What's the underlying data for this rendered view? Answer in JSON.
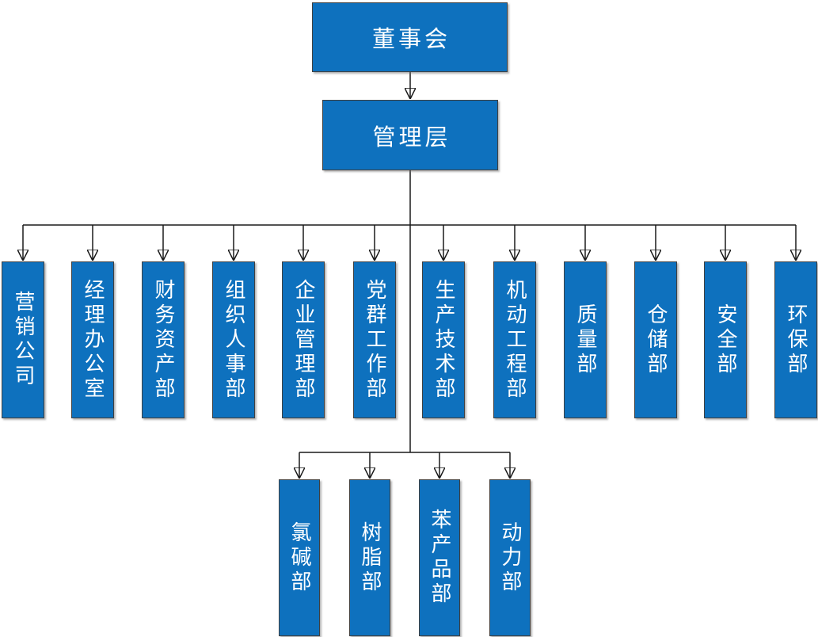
{
  "org_chart": {
    "root": "董事会",
    "management": "管理层",
    "departments": [
      "营销公司",
      "经理办公室",
      "财务资产部",
      "组织人事部",
      "企业管理部",
      "党群工作部",
      "生产技术部",
      "机动工程部",
      "质量部",
      "仓储部",
      "安全部",
      "环保部"
    ],
    "sub_departments": [
      "氯碱部",
      "树脂部",
      "苯产品部",
      "动力部"
    ]
  },
  "colors": {
    "node_fill": "#0e71be",
    "node_border": "#404040",
    "node_text": "#ffffff",
    "connector": "#1a1a1a",
    "background": "#ffffff"
  }
}
